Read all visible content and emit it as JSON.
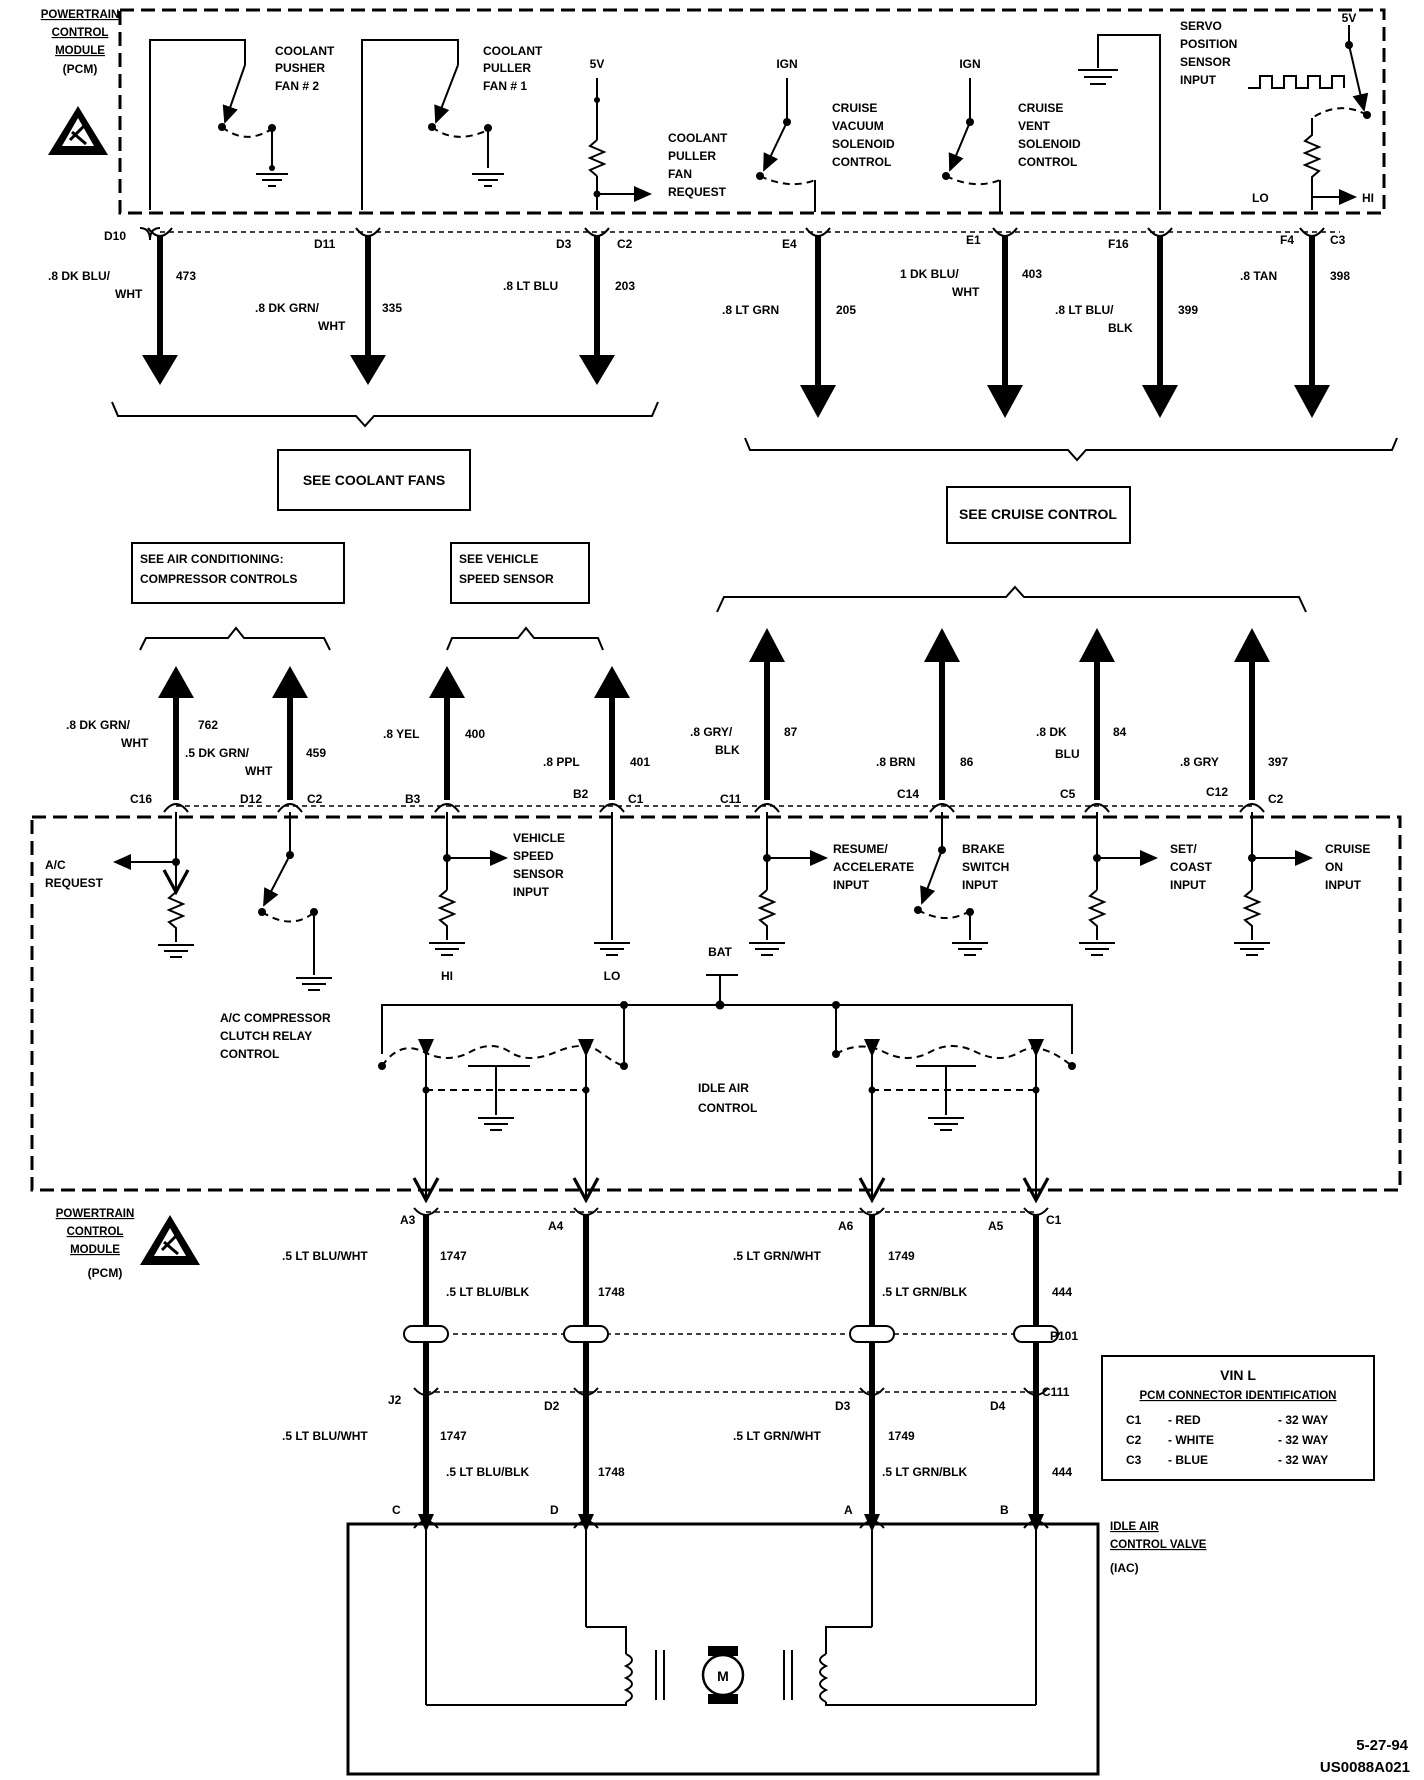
{
  "pcm_top": {
    "title_line1": "POWERTRAIN",
    "title_line2": "CONTROL",
    "title_line3": "MODULE",
    "title_line4": "(PCM)"
  },
  "pcm_mid": {
    "title_line1": "POWERTRAIN",
    "title_line2": "CONTROL",
    "title_line3": "MODULE",
    "title_line4": "(PCM)"
  },
  "top_labels": {
    "coolant_pusher": [
      "COOLANT",
      "PUSHER",
      "FAN # 2"
    ],
    "coolant_puller1": [
      "COOLANT",
      "PULLER",
      "FAN # 1"
    ],
    "v5": "5V",
    "puller_request": [
      "COOLANT",
      "PULLER",
      "FAN",
      "REQUEST"
    ],
    "ign1": "IGN",
    "vacuum": [
      "CRUISE",
      "VACUUM",
      "SOLENOID",
      "CONTROL"
    ],
    "ign2": "IGN",
    "vent": [
      "CRUISE",
      "VENT",
      "SOLENOID",
      "CONTROL"
    ],
    "servo": [
      "SERVO",
      "POSITION",
      "SENSOR",
      "INPUT"
    ],
    "v5_servo": "5V",
    "lo": "LO",
    "hi": "HI"
  },
  "top_wires": [
    {
      "pin": "D10",
      "gauge": ".8 DK BLU/",
      "gauge2": "WHT",
      "circuit": "473"
    },
    {
      "pin": "D11",
      "gauge": ".8 DK GRN/",
      "gauge2": "WHT",
      "circuit": "335"
    },
    {
      "pin": "D3",
      "conn": "C2",
      "gauge": ".8 LT BLU",
      "gauge2": "",
      "circuit": "203"
    },
    {
      "pin": "E4",
      "gauge": ".8 LT GRN",
      "gauge2": "",
      "circuit": "205"
    },
    {
      "pin": "E1",
      "gauge": "1 DK BLU/",
      "gauge2": "WHT",
      "circuit": "403"
    },
    {
      "pin": "F16",
      "gauge": ".8 LT BLU/",
      "gauge2": "BLK",
      "circuit": "399"
    },
    {
      "pin": "F4",
      "conn": "C3",
      "gauge": ".8 TAN",
      "gauge2": "",
      "circuit": "398"
    }
  ],
  "see_boxes": {
    "coolant": "SEE COOLANT FANS",
    "cruise": "SEE CRUISE CONTROL",
    "ac_line1": "SEE AIR CONDITIONING:",
    "ac_line2": "COMPRESSOR CONTROLS",
    "vss_line1": "SEE VEHICLE",
    "vss_line2": "SPEED SENSOR"
  },
  "mid_wires": [
    {
      "pin": "C16",
      "gauge": ".8 DK GRN/",
      "gauge2": "WHT",
      "circuit": "762"
    },
    {
      "pin": "D12",
      "conn": "C2",
      "gauge": ".5 DK GRN/",
      "gauge2": "WHT",
      "circuit": "459"
    },
    {
      "pin": "B3",
      "gauge": ".8 YEL",
      "gauge2": "",
      "circuit": "400"
    },
    {
      "pin": "B2",
      "conn": "C1",
      "gauge": ".8 PPL",
      "gauge2": "",
      "circuit": "401"
    },
    {
      "pin": "C11",
      "gauge": ".8 GRY/",
      "gauge2": "BLK",
      "circuit": "87"
    },
    {
      "pin": "C14",
      "gauge": ".8 BRN",
      "gauge2": "",
      "circuit": "86"
    },
    {
      "pin": "C5",
      "gauge": ".8 DK",
      "gauge2": "BLU",
      "circuit": "84"
    },
    {
      "pin": "C12",
      "conn": "C2",
      "gauge": ".8 GRY",
      "gauge2": "",
      "circuit": "397"
    }
  ],
  "mid_labels": {
    "ac_request": [
      "A/C",
      "REQUEST"
    ],
    "vss_input": [
      "VEHICLE",
      "SPEED",
      "SENSOR",
      "INPUT"
    ],
    "resume": [
      "RESUME/",
      "ACCELERATE",
      "INPUT"
    ],
    "brake": [
      "BRAKE",
      "SWITCH",
      "INPUT"
    ],
    "set_coast": [
      "SET/",
      "COAST",
      "INPUT"
    ],
    "cruise_on": [
      "CRUISE",
      "ON",
      "INPUT"
    ],
    "hi": "HI",
    "lo": "LO",
    "bat": "BAT",
    "ac_relay": [
      "A/C COMPRESSOR",
      "CLUTCH RELAY",
      "CONTROL"
    ],
    "iac": [
      "IDLE AIR",
      "CONTROL"
    ]
  },
  "bottom_wires_pcm": [
    {
      "pin": "A3",
      "gauge": ".5 LT BLU/WHT",
      "circuit": "1747"
    },
    {
      "pin": "A4",
      "gauge": ".5 LT BLU/BLK",
      "circuit": "1748"
    },
    {
      "pin": "A6",
      "gauge": ".5 LT GRN/WHT",
      "circuit": "1749"
    },
    {
      "pin": "A5",
      "conn": "C1",
      "gauge": ".5 LT GRN/BLK",
      "circuit": "444"
    }
  ],
  "p101": "P101",
  "c111": "C111",
  "bottom_wires_iac": [
    {
      "pin": "J2",
      "gauge": ".5 LT BLU/WHT",
      "circuit": "1747",
      "iac_pin": "C"
    },
    {
      "pin": "D2",
      "gauge": ".5 LT BLU/BLK",
      "circuit": "1748",
      "iac_pin": "D"
    },
    {
      "pin": "D3",
      "gauge": ".5 LT GRN/WHT",
      "circuit": "1749",
      "iac_pin": "A"
    },
    {
      "pin": "D4",
      "gauge": ".5 LT GRN/BLK",
      "circuit": "444",
      "iac_pin": "B"
    }
  ],
  "vin_table": {
    "title": "VIN L",
    "subtitle": "PCM CONNECTOR IDENTIFICATION",
    "rows": [
      {
        "conn": "C1",
        "color": "- RED",
        "way": "- 32 WAY"
      },
      {
        "conn": "C2",
        "color": "- WHITE",
        "way": "- 32 WAY"
      },
      {
        "conn": "C3",
        "color": "- BLUE",
        "way": "- 32 WAY"
      }
    ]
  },
  "iac_valve": {
    "line1": "IDLE AIR",
    "line2": "CONTROL VALVE",
    "line3": "(IAC)",
    "motor": "M"
  },
  "footer": {
    "date": "5-27-94",
    "code": "US0088A021"
  }
}
